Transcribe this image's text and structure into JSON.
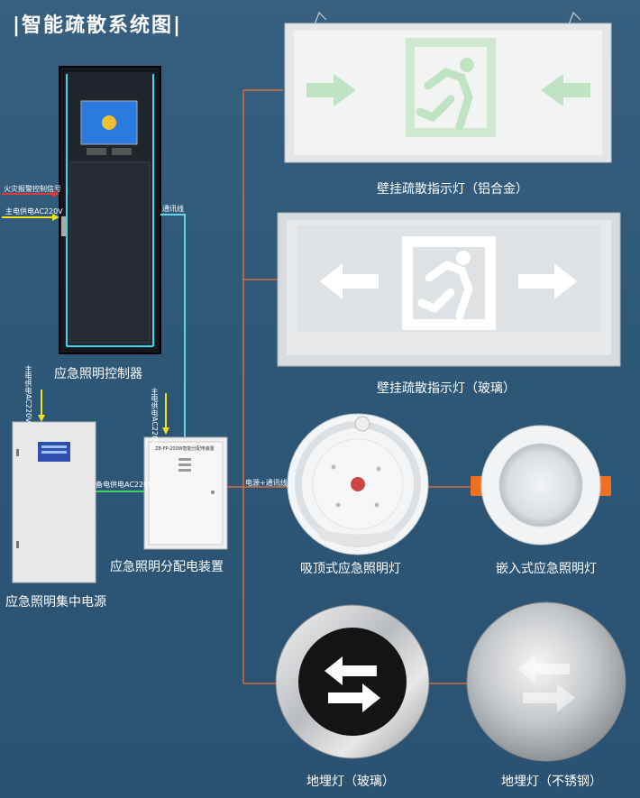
{
  "title": "|智能疏散系统图|",
  "devices": {
    "controller": "应急照明控制器",
    "power_supply": "应急照明集中电源",
    "distribution": "应急照明分配电装置",
    "sign_aluminum": "壁挂疏散指示灯（铝合金）",
    "sign_glass": "壁挂疏散指示灯（玻璃）",
    "ceiling_lamp": "吸顶式应急照明灯",
    "recessed_lamp": "嵌入式应急照明灯",
    "floor_glass": "地埋灯（玻璃）",
    "floor_steel": "地埋灯（不锈钢）"
  },
  "lines": {
    "fire_signal": "火灾报警控制信号",
    "main_power_1": "主电供电AC220V",
    "comm_line": "通讯线",
    "main_power_2": "主电供电AC220V",
    "main_power_3": "主电供电AC220V",
    "backup_power": "备电供电AC220V",
    "power_comm": "电源+通讯线"
  },
  "panel_text": "ZB-FP-200W智能分配电装置",
  "colors": {
    "fire_signal": "#e03a3a",
    "power": "#f0e020",
    "comm": "#5fd6e8",
    "backup": "#40d060",
    "bus": "#e06a3a"
  }
}
